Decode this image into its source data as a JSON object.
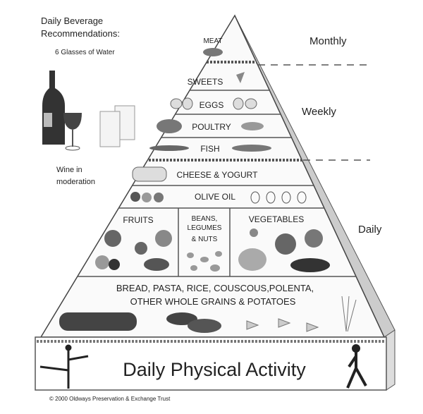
{
  "beverage": {
    "title_line1": "Daily Beverage",
    "title_line2": "Recommendations:",
    "water": "6 Glasses of Water",
    "wine_line1": "Wine in",
    "wine_line2": "moderation"
  },
  "frequency": {
    "monthly": "Monthly",
    "weekly": "Weekly",
    "daily": "Daily"
  },
  "tiers": {
    "meat": "MEAT",
    "sweets": "SWEETS",
    "eggs": "EGGS",
    "poultry": "POULTRY",
    "fish": "FISH",
    "cheese": "CHEESE & YOGURT",
    "olive_oil": "OLIVE OIL",
    "fruits": "FRUITS",
    "beans_line1": "BEANS,",
    "beans_line2": "LEGUMES",
    "beans_line3": "& NUTS",
    "vegetables": "VEGETABLES",
    "grains_line1": "BREAD, PASTA, RICE, COUSCOUS,POLENTA,",
    "grains_line2": "OTHER WHOLE GRAINS & POTATOES"
  },
  "activity": "Daily Physical Activity",
  "copyright": "© 2000 Oldways Preservation & Exchange Trust"
}
